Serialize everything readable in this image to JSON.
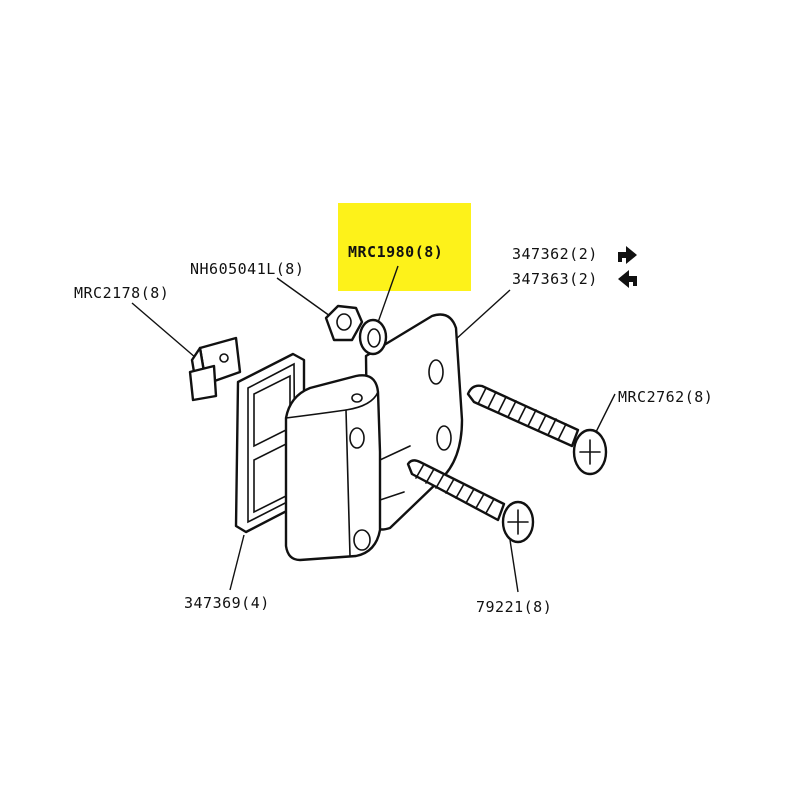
{
  "colors": {
    "highlight": "#fdf21a",
    "ink": "#111111",
    "background": "#ffffff"
  },
  "labels": {
    "highlighted_part": "MRC1980(8)",
    "nut": "NH605041L(8)",
    "clip": "MRC2178(8)",
    "hinge_right": "347362(2)",
    "hinge_left": "347363(2)",
    "long_screw": "MRC2762(8)",
    "gasket": "347369(4)",
    "short_screw": "79221(8)"
  },
  "icons": {
    "hinge_right_arrow": "arrow-right-icon",
    "hinge_left_arrow": "arrow-left-icon"
  }
}
